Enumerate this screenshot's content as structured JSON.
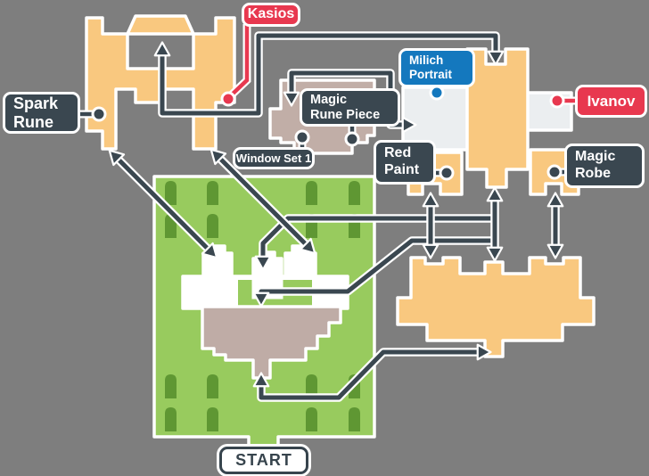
{
  "map": {
    "start_label": "START",
    "characters": {
      "kasios": {
        "label": "Kasios"
      },
      "ivanov": {
        "label": "Ivanov"
      }
    },
    "items": {
      "spark_rune": {
        "line1": "Spark",
        "line2": "Rune"
      },
      "magic_rune_piece": {
        "line1": "Magic",
        "line2": "Rune Piece"
      },
      "window_set_1": {
        "label": "Window Set 1"
      },
      "milich_portrait": {
        "line1": "Milich",
        "line2": "Portrait"
      },
      "red_paint": {
        "line1": "Red",
        "line2": "Paint"
      },
      "magic_robe": {
        "line1": "Magic",
        "line2": "Robe"
      }
    },
    "colors": {
      "background": "#7E7E7E",
      "building_orange": "#F9C87F",
      "building_mauve": "#C1AEA7",
      "room_white": "#EBEEF0",
      "field_green": "#98CB5E",
      "bush_green": "#5F9733",
      "castle_white": "#FFFFFF",
      "castle_base_mauve": "#BFACA6",
      "badge_dark": "#3A4750",
      "badge_red": "#E8384F",
      "badge_blue": "#1478BE",
      "arrow_dark": "#3A4750",
      "outline_white": "#FFFFFF"
    }
  }
}
